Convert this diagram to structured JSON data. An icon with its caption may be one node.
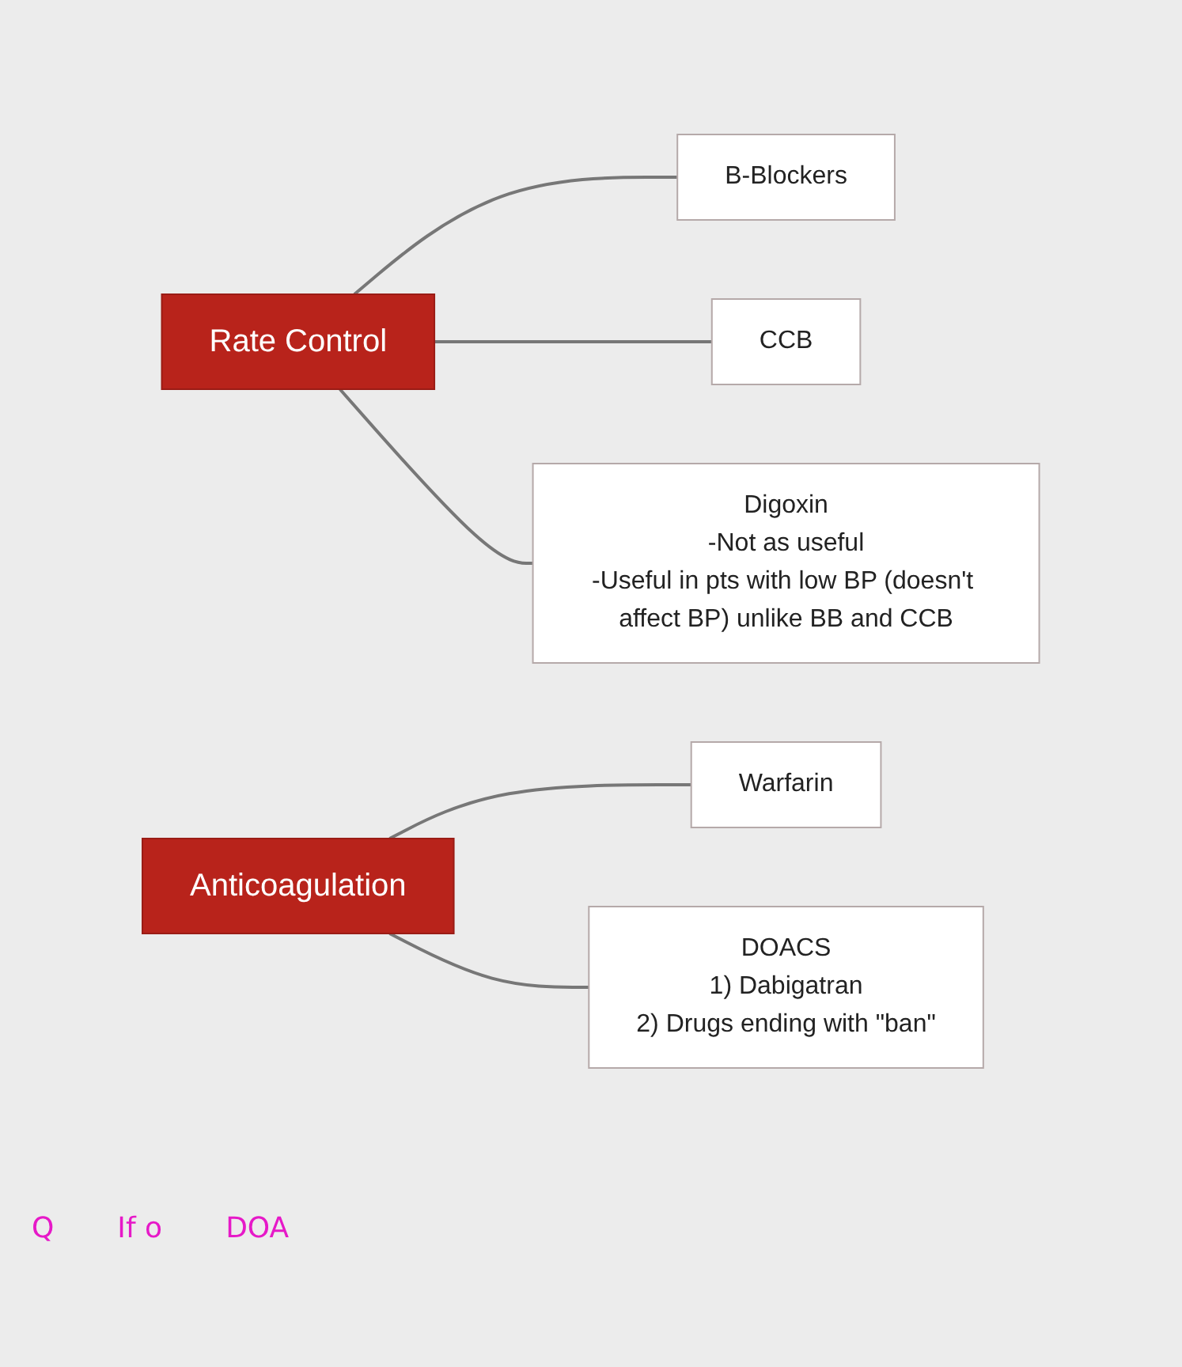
{
  "diagram": {
    "nodes": [
      {
        "text": [
          "Rate Control"
        ]
      },
      {
        "text": [
          "B-Blockers"
        ]
      },
      {
        "text": [
          "CCB"
        ]
      },
      {
        "text": [
          "Digoxin",
          "-Not as useful",
          "-Useful in pts with low BP (doesn't affect BP) unlike BB and CCB"
        ]
      },
      {
        "text": [
          "Anticoagulation"
        ]
      },
      {
        "text": [
          "Warfarin"
        ]
      },
      {
        "text": [
          "DOACS",
          "1) Dabigatran",
          "2) Drugs ending with \"ban\""
        ]
      }
    ],
    "edges": [
      {
        "from": 0,
        "to": 1,
        "arrow": "none"
      },
      {
        "from": 0,
        "to": 2,
        "arrow": "none"
      },
      {
        "from": 0,
        "to": 3,
        "arrow": "none"
      },
      {
        "from": 4,
        "to": 5,
        "arrow": "none"
      },
      {
        "from": 4,
        "to": 6,
        "arrow": "none"
      }
    ],
    "labels": [
      "Q",
      "If o",
      "DOA"
    ]
  }
}
